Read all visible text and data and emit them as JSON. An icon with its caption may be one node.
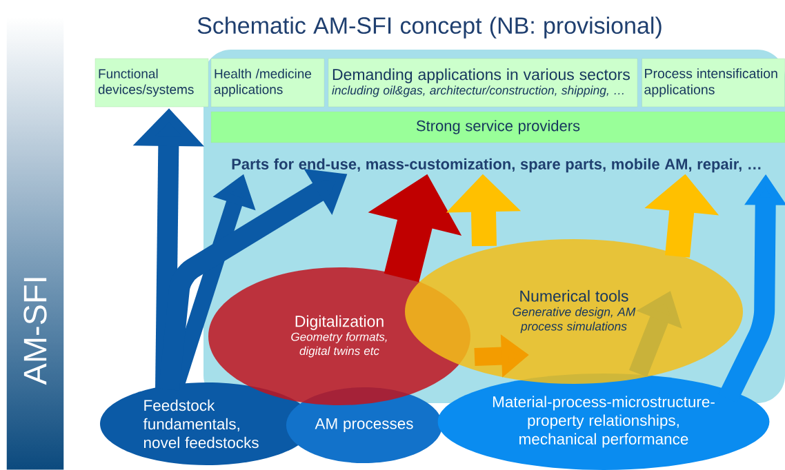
{
  "diagram": {
    "title": "Schematic AM-SFI concept (NB: provisional)",
    "nodes": [
      {
        "text": [
          "AM-SFI"
        ]
      },
      {
        "text": [
          "Functional devices/systems"
        ]
      },
      {
        "text": [
          "Health /medicine applications"
        ]
      },
      {
        "text": [
          "Demanding applications in various sectors",
          "including oil&gas, architectur/construction, shipping, …"
        ]
      },
      {
        "text": [
          "Process intensification applications"
        ]
      },
      {
        "text": [
          "Strong service providers"
        ]
      },
      {
        "text": [
          "Parts for end-use, mass-customization, spare parts, mobile AM, repair, …"
        ]
      },
      {
        "text": [
          "Digitalization",
          "Geometry formats, digital twins etc"
        ]
      },
      {
        "text": [
          "Numerical tools",
          "Generative design, AM process simulations"
        ]
      },
      {
        "text": [
          "Feedstock fundamentals, novel feedstocks"
        ]
      },
      {
        "text": [
          "AM processes"
        ]
      },
      {
        "text": [
          "Material-process-microstructure-property relationships, mechanical performance"
        ]
      }
    ],
    "edges": [
      {
        "from": 9,
        "to": 1,
        "arrow": "to"
      },
      {
        "from": 9,
        "to": 6,
        "arrow": "to"
      },
      {
        "from": 9,
        "to": 6,
        "arrow": "to"
      },
      {
        "from": 7,
        "to": 6,
        "arrow": "to",
        "color": "#c00000"
      },
      {
        "from": 8,
        "to": 6,
        "arrow": "to",
        "color": "#ffc000"
      },
      {
        "from": 11,
        "to": 6,
        "arrow": "to",
        "color": "#0a8cf0"
      },
      {
        "from": 8,
        "to": 6,
        "arrow": "to",
        "color": "#ffc000"
      },
      {
        "from": 7,
        "to": 8,
        "arrow": "to",
        "color": "#f39c00"
      },
      {
        "from": 11,
        "to": 8,
        "arrow": "to",
        "color": "#c9b23a"
      }
    ]
  }
}
